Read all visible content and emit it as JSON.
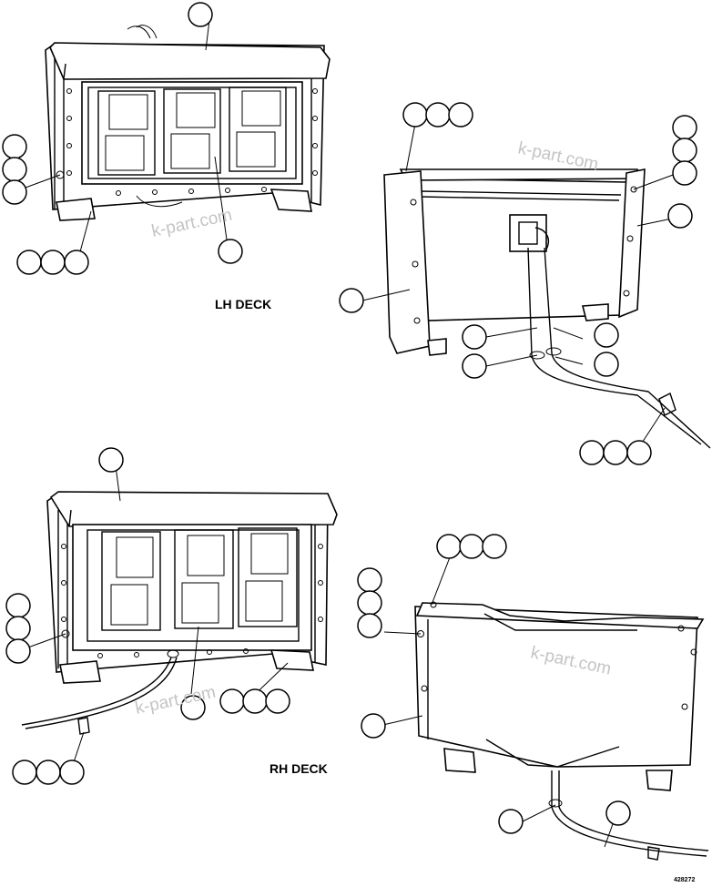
{
  "labels": {
    "lh_deck": "LH DECK",
    "rh_deck": "RH DECK",
    "drawing_code": "428272"
  },
  "watermark": "k-part.com",
  "colors": {
    "line": "#000000",
    "background": "#ffffff",
    "watermark": "#c4c4c4"
  },
  "views": [
    "lh-deck-front",
    "lh-deck-rear",
    "rh-deck-front",
    "rh-deck-rear"
  ]
}
